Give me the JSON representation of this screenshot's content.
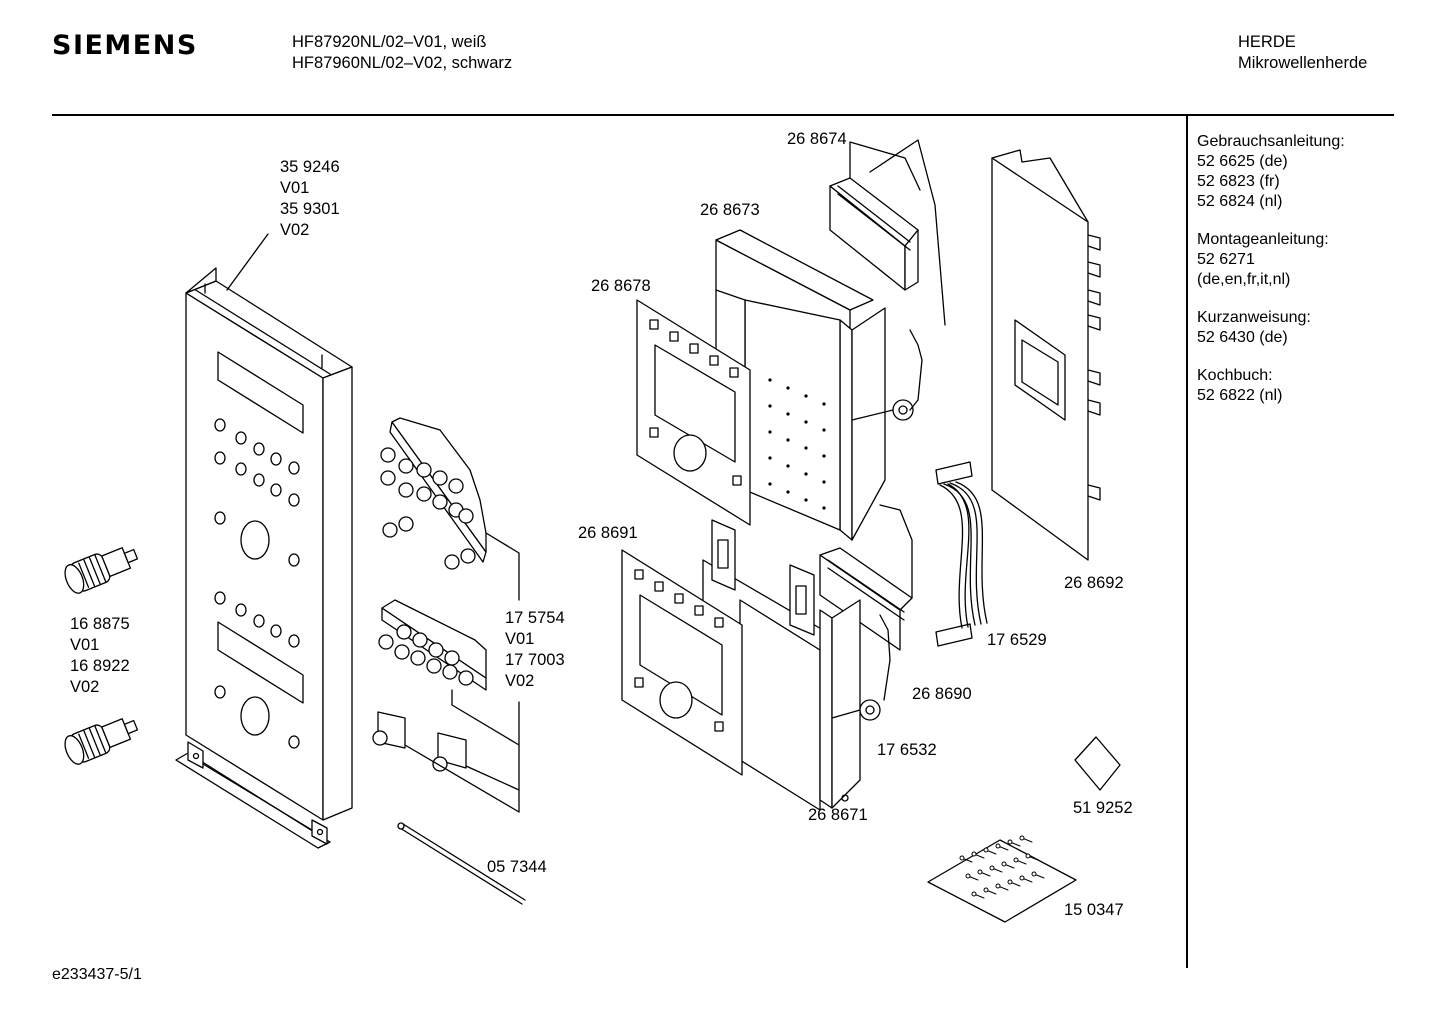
{
  "header": {
    "brand": "SIEMENS",
    "models": [
      "HF87920NL/02–V01, weiß",
      "HF87960NL/02–V02, schwarz"
    ],
    "category": [
      "HERDE",
      "Mikrowellenherde"
    ]
  },
  "documents": [
    {
      "title": "Gebrauchsanleitung:",
      "items": [
        "52 6625 (de)",
        "52 6823 (fr)",
        "52 6824 (nl)"
      ]
    },
    {
      "title": "Montageanleitung:",
      "items": [
        "52 6271",
        "(de,en,fr,it,nl)"
      ]
    },
    {
      "title": "Kurzanweisung:",
      "items": [
        "52 6430 (de)"
      ]
    },
    {
      "title": "Kochbuch:",
      "items": [
        "52 6822 (nl)"
      ]
    }
  ],
  "part_labels": {
    "front_panel": [
      "35 9246",
      "V01",
      "35 9301",
      "V02"
    ],
    "knobs": [
      "16 8875",
      "V01",
      "16 8922",
      "V02"
    ],
    "keyboards": [
      "17 5754",
      "V01",
      "17 7003",
      "V02"
    ],
    "rod": "05 7344",
    "p268674": "26 8674",
    "p268673": "26 8673",
    "p268678": "26 8678",
    "p268691": "26 8691",
    "p268692": "26 8692",
    "p176529": "17 6529",
    "p268690": "26 8690",
    "p176532": "17 6532",
    "p268671": "26 8671",
    "p519252": "51 9252",
    "p150347": "15 0347"
  },
  "footer": {
    "drawing_id": "e233437-5/1"
  }
}
